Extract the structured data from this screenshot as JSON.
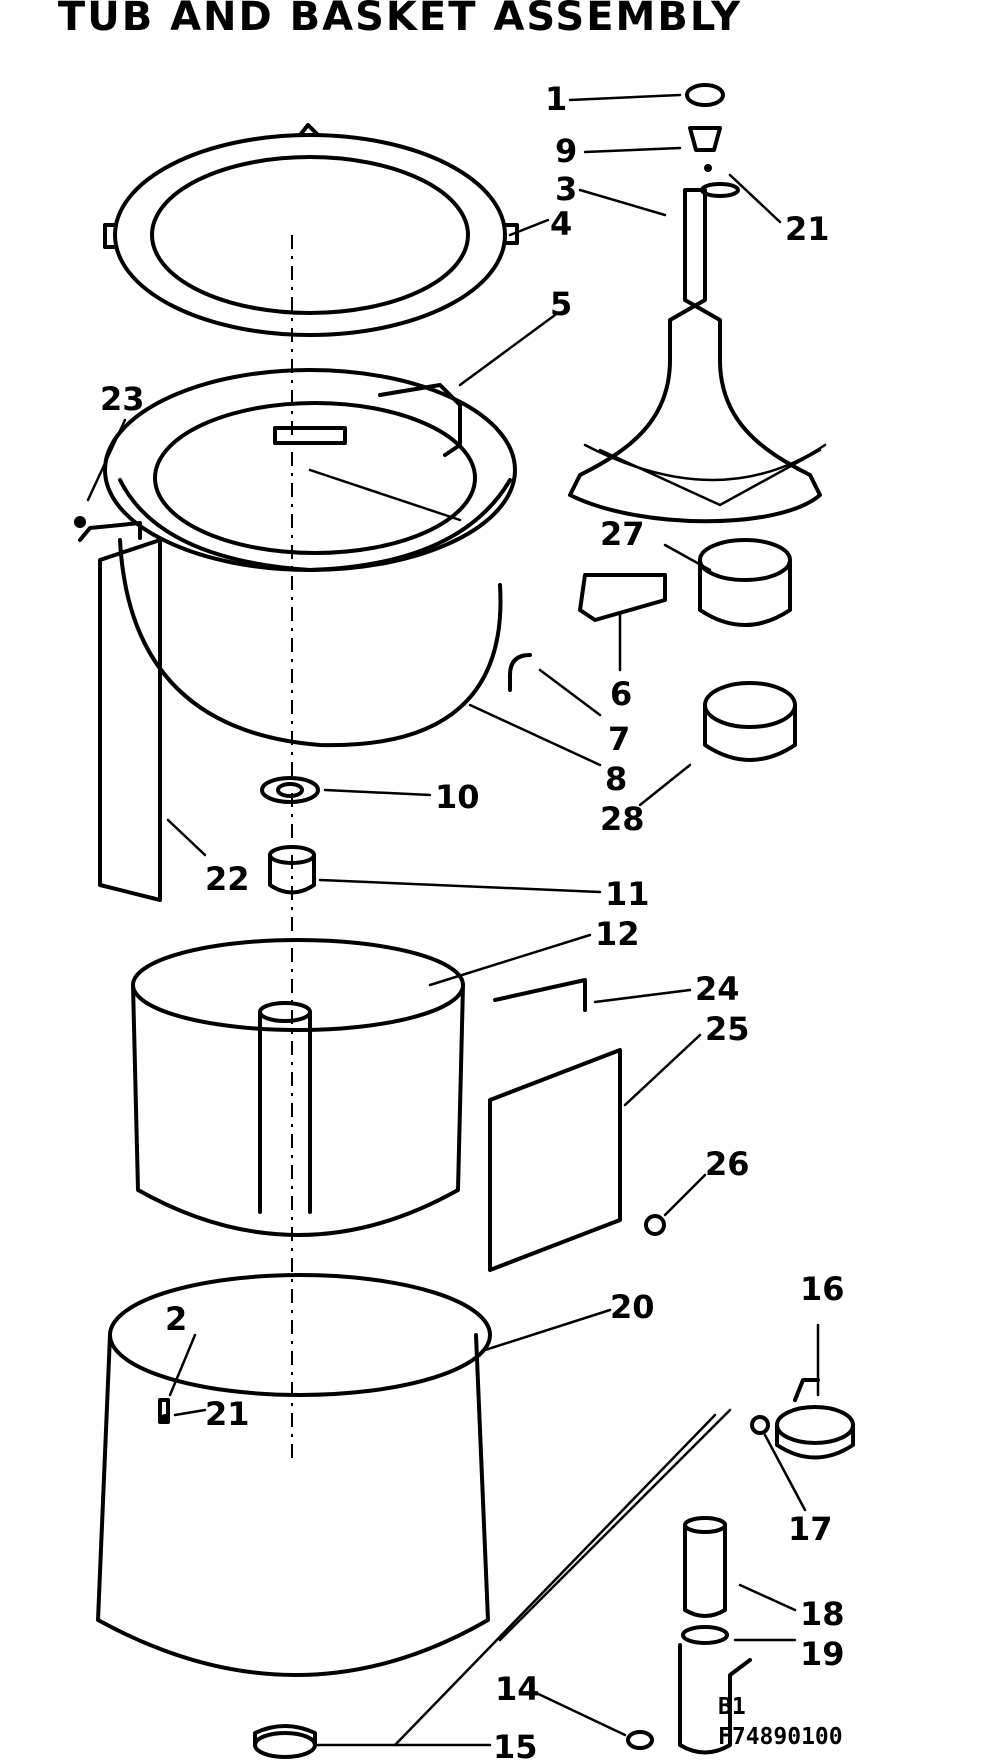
{
  "title": "TUB AND BASKET ASSEMBLY",
  "drawing_codes": [
    "B1",
    "F74890100"
  ],
  "callouts": [
    "1",
    "2",
    "3",
    "4",
    "5",
    "6",
    "7",
    "8",
    "9",
    "10",
    "11",
    "12",
    "14",
    "15",
    "16",
    "17",
    "18",
    "19",
    "20",
    "21",
    "21",
    "22",
    "23",
    "24",
    "25",
    "26",
    "27",
    "28"
  ]
}
